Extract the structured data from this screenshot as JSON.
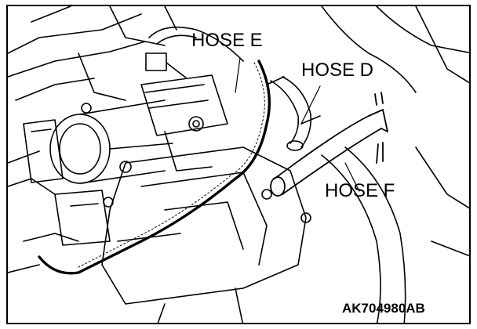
{
  "figure": {
    "labels": {
      "hose_e": "HOSE E",
      "hose_d": "HOSE D",
      "hose_f": "HOSE F"
    },
    "figure_code": "AK704980AB"
  },
  "colors": {
    "line": "#000000",
    "background": "#ffffff"
  }
}
